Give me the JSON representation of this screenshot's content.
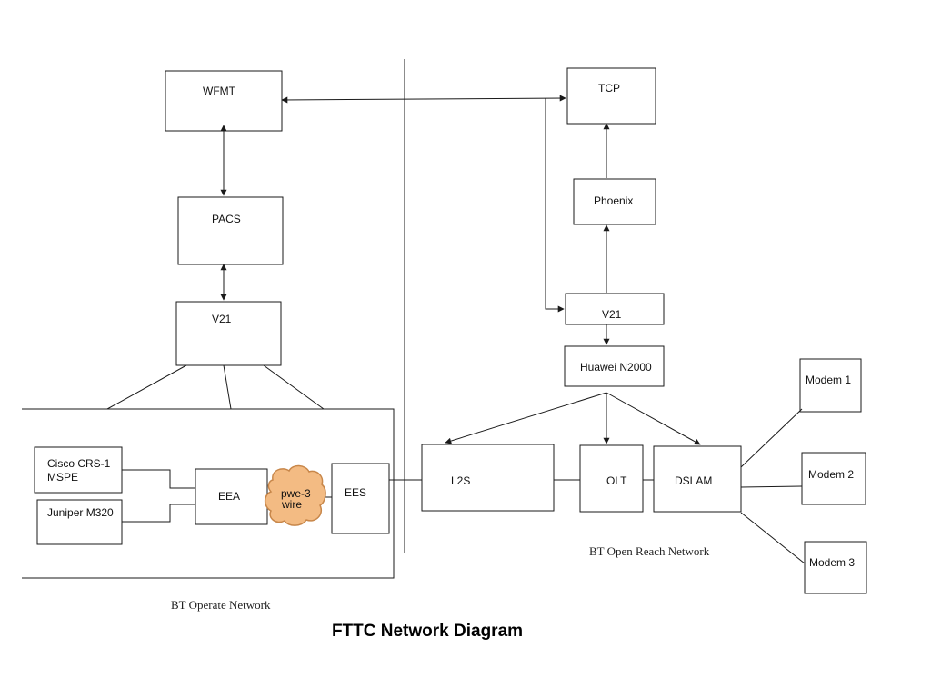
{
  "title": "FTTC Network Diagram",
  "regions": {
    "operate": "BT Operate Network",
    "openreach": "BT Open Reach Network"
  },
  "nodes": {
    "wfmt": "WFMT",
    "pacs": "PACS",
    "v21_left": "V21",
    "cisco_line1": "Cisco CRS-1",
    "cisco_line2": "MSPE",
    "juniper": "Juniper M320",
    "eea": "EEA",
    "pwe3_line1": "pwe-3",
    "pwe3_line2": "wire",
    "ees": "EES",
    "tcp": "TCP",
    "phoenix": "Phoenix",
    "v21_right": "V21",
    "huawei": "Huawei N2000",
    "l2s": "L2S",
    "olt": "OLT",
    "dslam": "DSLAM",
    "modem1": "Modem 1",
    "modem2": "Modem 2",
    "modem3": "Modem 3"
  },
  "colors": {
    "line": "#1a1a1a",
    "cloud_fill": "#f3bb83",
    "cloud_stroke": "#c8874a"
  }
}
